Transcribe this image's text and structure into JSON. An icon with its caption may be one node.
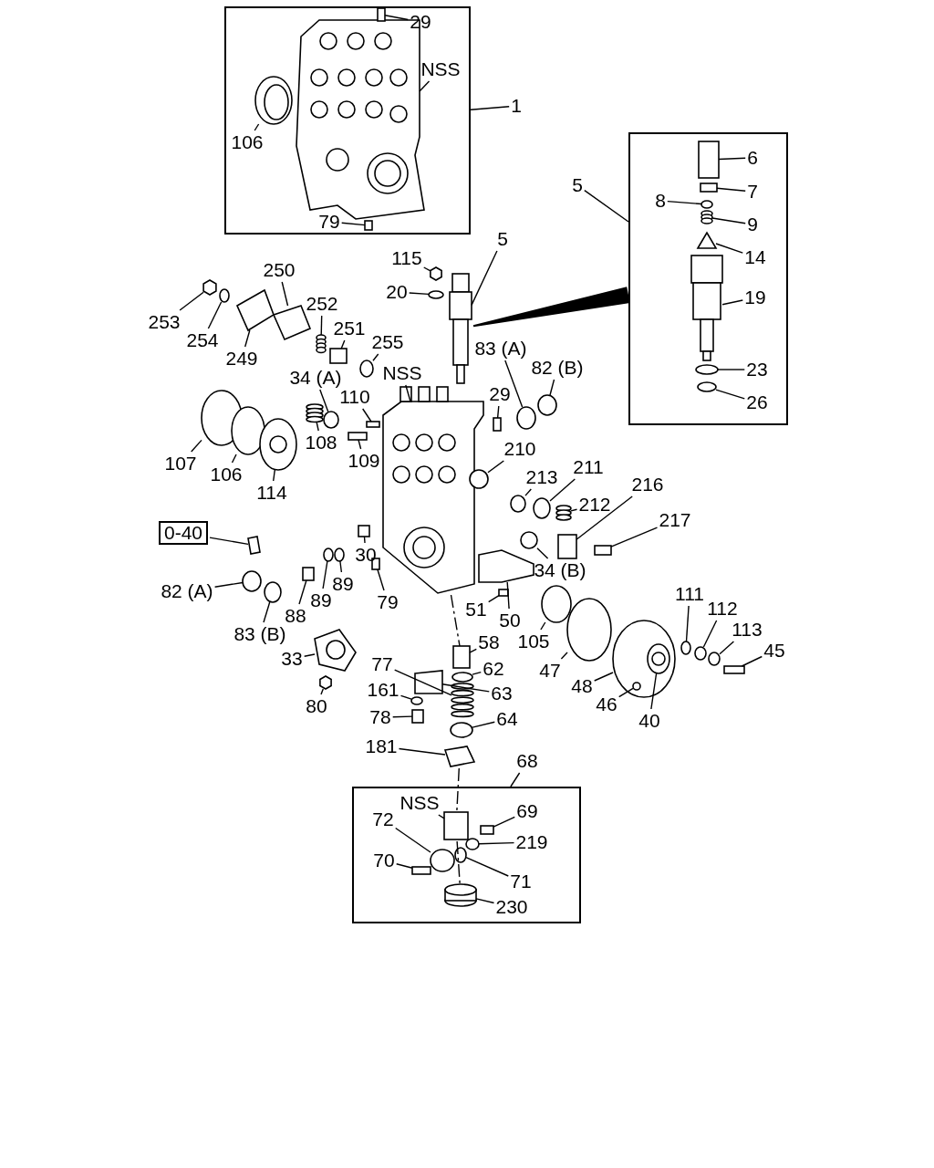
{
  "diagram": {
    "nodes": [
      {
        "text": [],
        "shape": "box"
      },
      {
        "text": [
          "29"
        ],
        "in": 0
      },
      {
        "text": [
          "NSS"
        ],
        "in": 0
      },
      {
        "text": [
          "106"
        ],
        "in": 0
      },
      {
        "text": [
          "79"
        ],
        "in": 0
      },
      {
        "text": [
          "1"
        ]
      },
      {
        "text": [],
        "shape": "box"
      },
      {
        "text": [
          "6"
        ],
        "in": 6
      },
      {
        "text": [
          "7"
        ],
        "in": 6
      },
      {
        "text": [
          "8"
        ],
        "in": 6
      },
      {
        "text": [
          "9"
        ],
        "in": 6
      },
      {
        "text": [
          "14"
        ],
        "in": 6
      },
      {
        "text": [
          "19"
        ],
        "in": 6
      },
      {
        "text": [
          "23"
        ],
        "in": 6
      },
      {
        "text": [
          "26"
        ],
        "in": 6
      },
      {
        "text": [
          "5"
        ]
      },
      {
        "text": [
          "115"
        ]
      },
      {
        "text": [
          "5"
        ]
      },
      {
        "text": [
          "20"
        ]
      },
      {
        "text": [
          "250"
        ]
      },
      {
        "text": [
          "252"
        ]
      },
      {
        "text": [
          "251"
        ]
      },
      {
        "text": [
          "255"
        ]
      },
      {
        "text": [
          "253"
        ]
      },
      {
        "text": [
          "254"
        ]
      },
      {
        "text": [
          "249"
        ]
      },
      {
        "text": [
          "34 (A)"
        ]
      },
      {
        "text": [
          "110"
        ]
      },
      {
        "text": [
          "NSS"
        ]
      },
      {
        "text": [
          "83 (A)"
        ]
      },
      {
        "text": [
          "82 (B)"
        ]
      },
      {
        "text": [
          "29"
        ]
      },
      {
        "text": [
          "107"
        ]
      },
      {
        "text": [
          "106"
        ]
      },
      {
        "text": [
          "114"
        ]
      },
      {
        "text": [
          "108"
        ]
      },
      {
        "text": [
          "109"
        ]
      },
      {
        "text": [
          "210"
        ]
      },
      {
        "text": [
          "213"
        ]
      },
      {
        "text": [
          "211"
        ]
      },
      {
        "text": [
          "212"
        ]
      },
      {
        "text": [
          "216"
        ]
      },
      {
        "text": [
          "217"
        ]
      },
      {
        "text": [
          "34 (B)"
        ]
      },
      {
        "text": [
          "0-40"
        ]
      },
      {
        "text": [
          "30"
        ]
      },
      {
        "text": [
          "82 (A)"
        ]
      },
      {
        "text": [
          "83 (B)"
        ]
      },
      {
        "text": [
          "88"
        ]
      },
      {
        "text": [
          "89"
        ]
      },
      {
        "text": [
          "89"
        ]
      },
      {
        "text": [
          "79"
        ]
      },
      {
        "text": [
          "51"
        ]
      },
      {
        "text": [
          "50"
        ]
      },
      {
        "text": [
          "105"
        ]
      },
      {
        "text": [
          "47"
        ]
      },
      {
        "text": [
          "48"
        ]
      },
      {
        "text": [
          "46"
        ]
      },
      {
        "text": [
          "40"
        ]
      },
      {
        "text": [
          "111"
        ]
      },
      {
        "text": [
          "112"
        ]
      },
      {
        "text": [
          "113"
        ]
      },
      {
        "text": [
          "45"
        ]
      },
      {
        "text": [
          "33"
        ]
      },
      {
        "text": [
          "80"
        ]
      },
      {
        "text": [
          "58"
        ]
      },
      {
        "text": [
          "62"
        ]
      },
      {
        "text": [
          "77"
        ]
      },
      {
        "text": [
          "63"
        ]
      },
      {
        "text": [
          "161"
        ]
      },
      {
        "text": [
          "78"
        ]
      },
      {
        "text": [
          "64"
        ]
      },
      {
        "text": [
          "181"
        ]
      },
      {
        "text": [
          "68"
        ]
      },
      {
        "text": [],
        "shape": "box"
      },
      {
        "text": [
          "NSS"
        ],
        "in": 74
      },
      {
        "text": [
          "69"
        ],
        "in": 74
      },
      {
        "text": [
          "72"
        ],
        "in": 74
      },
      {
        "text": [
          "219"
        ],
        "in": 74
      },
      {
        "text": [
          "70"
        ],
        "in": 74
      },
      {
        "text": [
          "71"
        ],
        "in": 74
      },
      {
        "text": [
          "230"
        ],
        "in": 74
      },
      {
        "text": [],
        "shape": "box",
        "in": 0
      },
      {
        "text": [],
        "shape": "picture",
        "in": 0
      },
      {
        "text": [],
        "shape": "circle",
        "in": 0
      },
      {
        "text": [],
        "shape": "box",
        "in": 0
      },
      {
        "text": [],
        "shape": "box",
        "in": 6
      },
      {
        "text": [],
        "shape": "box",
        "in": 6
      },
      {
        "text": [],
        "shape": "circle",
        "in": 6
      },
      {
        "text": [],
        "shape": "picture",
        "in": 6
      },
      {
        "text": [],
        "shape": "triangle",
        "in": 6
      },
      {
        "text": [],
        "shape": "picture",
        "in": 6
      },
      {
        "text": [],
        "shape": "circle",
        "in": 6
      },
      {
        "text": [],
        "shape": "circle",
        "in": 6
      },
      {
        "text": [],
        "shape": "hexagon"
      },
      {
        "text": [],
        "shape": "picture"
      },
      {
        "text": [],
        "shape": "circle"
      },
      {
        "text": [],
        "shape": "polygon"
      },
      {
        "text": [],
        "shape": "picture"
      },
      {
        "text": [],
        "shape": "box"
      },
      {
        "text": [],
        "shape": "circle"
      },
      {
        "text": [],
        "shape": "hexagon"
      },
      {
        "text": [],
        "shape": "circle"
      },
      {
        "text": [],
        "shape": "polygon"
      },
      {
        "text": [],
        "shape": "circle"
      },
      {
        "text": [],
        "shape": "box"
      },
      {
        "text": [],
        "shape": "picture"
      },
      {
        "text": [],
        "shape": "circle"
      },
      {
        "text": [],
        "shape": "circle"
      },
      {
        "text": [],
        "shape": "box"
      },
      {
        "text": [],
        "shape": "circle"
      },
      {
        "text": [],
        "shape": "circle"
      },
      {
        "text": [],
        "shape": "circle"
      },
      {
        "text": [],
        "shape": "picture"
      },
      {
        "text": [],
        "shape": "box"
      },
      {
        "text": [],
        "shape": "circle"
      },
      {
        "text": [],
        "shape": "circle"
      },
      {
        "text": [],
        "shape": "circle"
      },
      {
        "text": [],
        "shape": "picture"
      },
      {
        "text": [],
        "shape": "box"
      },
      {
        "text": [],
        "shape": "box"
      },
      {
        "text": [],
        "shape": "circle"
      },
      {
        "text": [],
        "shape": "polygon"
      },
      {
        "text": [],
        "shape": "box"
      },
      {
        "text": [],
        "shape": "circle"
      },
      {
        "text": [],
        "shape": "circle"
      },
      {
        "text": [],
        "shape": "box"
      },
      {
        "text": [],
        "shape": "circle"
      },
      {
        "text": [],
        "shape": "circle"
      },
      {
        "text": [],
        "shape": "box"
      },
      {
        "text": [],
        "shape": "box"
      },
      {
        "text": [],
        "shape": "polygon"
      },
      {
        "text": [],
        "shape": "circle"
      },
      {
        "text": [],
        "shape": "circle"
      },
      {
        "text": [],
        "shape": "circle"
      },
      {
        "text": [],
        "shape": "circle",
        "in": 134
      },
      {
        "text": [],
        "shape": "circle",
        "in": 134
      },
      {
        "text": [],
        "shape": "circle"
      },
      {
        "text": [],
        "shape": "circle"
      },
      {
        "text": [],
        "shape": "circle"
      },
      {
        "text": [],
        "shape": "box"
      },
      {
        "text": [],
        "shape": "picture"
      },
      {
        "text": [],
        "shape": "hexagon"
      },
      {
        "text": [],
        "shape": "box"
      },
      {
        "text": [],
        "shape": "circle"
      },
      {
        "text": [],
        "shape": "picture"
      },
      {
        "text": [],
        "shape": "polygon"
      },
      {
        "text": [],
        "shape": "circle"
      },
      {
        "text": [],
        "shape": "box"
      },
      {
        "text": [],
        "shape": "circle"
      },
      {
        "text": [],
        "shape": "polygon"
      },
      {
        "text": [],
        "shape": "box",
        "in": 74
      },
      {
        "text": [],
        "shape": "box",
        "in": 74
      },
      {
        "text": [],
        "shape": "circle",
        "in": 74
      },
      {
        "text": [],
        "shape": "circle",
        "in": 74
      },
      {
        "text": [],
        "shape": "box",
        "in": 74
      },
      {
        "text": [],
        "shape": "circle",
        "in": 74
      },
      {
        "text": [],
        "shape": "cylinder",
        "in": 74
      }
    ],
    "edges": [
      {
        "from": 1,
        "to": 82,
        "arrow": "none"
      },
      {
        "from": 2,
        "to": 83,
        "arrow": "none"
      },
      {
        "from": 3,
        "to": 84,
        "arrow": "none"
      },
      {
        "from": 4,
        "to": 85,
        "arrow": "none"
      },
      {
        "from": 5,
        "to": 0,
        "arrow": "none"
      },
      {
        "from": 7,
        "to": 86,
        "arrow": "none"
      },
      {
        "from": 8,
        "to": 87,
        "arrow": "none"
      },
      {
        "from": 9,
        "to": 88,
        "arrow": "none"
      },
      {
        "from": 10,
        "to": 89,
        "arrow": "none"
      },
      {
        "from": 11,
        "to": 90,
        "arrow": "none"
      },
      {
        "from": 12,
        "to": 91,
        "arrow": "none"
      },
      {
        "from": 13,
        "to": 92,
        "arrow": "none"
      },
      {
        "from": 14,
        "to": 93,
        "arrow": "none"
      },
      {
        "from": 15,
        "to": 6,
        "arrow": "none"
      },
      {
        "from": 16,
        "to": 94,
        "arrow": "none"
      },
      {
        "from": 17,
        "to": 95,
        "arrow": "none"
      },
      {
        "from": 18,
        "to": 96,
        "arrow": "none"
      },
      {
        "from": 19,
        "to": 97,
        "arrow": "none"
      },
      {
        "from": 20,
        "to": 98,
        "arrow": "none"
      },
      {
        "from": 21,
        "to": 99,
        "arrow": "none"
      },
      {
        "from": 22,
        "to": 100,
        "arrow": "none"
      },
      {
        "from": 23,
        "to": 101,
        "arrow": "none"
      },
      {
        "from": 24,
        "to": 102,
        "arrow": "none"
      },
      {
        "from": 25,
        "to": 103,
        "arrow": "none"
      },
      {
        "from": 26,
        "to": 104,
        "arrow": "none"
      },
      {
        "from": 27,
        "to": 105,
        "arrow": "none"
      },
      {
        "from": 28,
        "to": 106,
        "arrow": "none"
      },
      {
        "from": 29,
        "to": 107,
        "arrow": "none"
      },
      {
        "from": 30,
        "to": 108,
        "arrow": "none"
      },
      {
        "from": 31,
        "to": 109,
        "arrow": "none"
      },
      {
        "from": 32,
        "to": 110,
        "arrow": "none"
      },
      {
        "from": 33,
        "to": 111,
        "arrow": "none"
      },
      {
        "from": 34,
        "to": 112,
        "arrow": "none"
      },
      {
        "from": 35,
        "to": 113,
        "arrow": "none"
      },
      {
        "from": 36,
        "to": 114,
        "arrow": "none"
      },
      {
        "from": 37,
        "to": 115,
        "arrow": "none"
      },
      {
        "from": 38,
        "to": 116,
        "arrow": "none"
      },
      {
        "from": 39,
        "to": 117,
        "arrow": "none"
      },
      {
        "from": 40,
        "to": 118,
        "arrow": "none"
      },
      {
        "from": 41,
        "to": 119,
        "arrow": "none"
      },
      {
        "from": 42,
        "to": 120,
        "arrow": "none"
      },
      {
        "from": 43,
        "to": 121,
        "arrow": "none"
      },
      {
        "from": 44,
        "to": 122,
        "arrow": "none"
      },
      {
        "from": 45,
        "to": 123,
        "arrow": "none"
      },
      {
        "from": 46,
        "to": 124,
        "arrow": "none"
      },
      {
        "from": 47,
        "to": 125,
        "arrow": "none"
      },
      {
        "from": 48,
        "to": 126,
        "arrow": "none"
      },
      {
        "from": 49,
        "to": 127,
        "arrow": "none"
      },
      {
        "from": 50,
        "to": 128,
        "arrow": "none"
      },
      {
        "from": 51,
        "to": 129,
        "arrow": "none"
      },
      {
        "from": 52,
        "to": 130,
        "arrow": "none"
      },
      {
        "from": 53,
        "to": 131,
        "arrow": "none"
      },
      {
        "from": 54,
        "to": 132,
        "arrow": "none"
      },
      {
        "from": 55,
        "to": 133,
        "arrow": "none"
      },
      {
        "from": 56,
        "to": 134,
        "arrow": "none"
      },
      {
        "from": 57,
        "to": 135,
        "arrow": "none"
      },
      {
        "from": 58,
        "to": 136,
        "arrow": "none"
      },
      {
        "from": 59,
        "to": 137,
        "arrow": "none"
      },
      {
        "from": 60,
        "to": 138,
        "arrow": "none"
      },
      {
        "from": 61,
        "to": 139,
        "arrow": "none"
      },
      {
        "from": 62,
        "to": 140,
        "arrow": "none"
      },
      {
        "from": 63,
        "to": 141,
        "arrow": "none"
      },
      {
        "from": 64,
        "to": 142,
        "arrow": "none"
      },
      {
        "from": 65,
        "to": 143,
        "arrow": "none"
      },
      {
        "from": 66,
        "to": 144,
        "arrow": "none"
      },
      {
        "from": 67,
        "to": 145,
        "arrow": "none"
      },
      {
        "from": 68,
        "to": 146,
        "arrow": "none"
      },
      {
        "from": 69,
        "to": 147,
        "arrow": "none"
      },
      {
        "from": 70,
        "to": 148,
        "arrow": "none"
      },
      {
        "from": 71,
        "to": 149,
        "arrow": "none"
      },
      {
        "from": 72,
        "to": 150,
        "arrow": "none"
      },
      {
        "from": 73,
        "to": 74,
        "arrow": "none"
      },
      {
        "from": 75,
        "to": 151,
        "arrow": "none"
      },
      {
        "from": 76,
        "to": 152,
        "arrow": "none"
      },
      {
        "from": 77,
        "to": 153,
        "arrow": "none"
      },
      {
        "from": 78,
        "to": 154,
        "arrow": "none"
      },
      {
        "from": 79,
        "to": 155,
        "arrow": "none"
      },
      {
        "from": 80,
        "to": 156,
        "arrow": "none"
      },
      {
        "from": 81,
        "to": 157,
        "arrow": "none"
      },
      {
        "from": 95,
        "to": 6,
        "arrow": "none",
        "style": "thick"
      },
      {
        "from": 106,
        "to": 143,
        "arrow": "none",
        "style": "dashed"
      },
      {
        "from": 150,
        "to": 151,
        "arrow": "none",
        "style": "dashed"
      },
      {
        "from": 151,
        "to": 157,
        "arrow": "none",
        "style": "dashed"
      }
    ]
  }
}
